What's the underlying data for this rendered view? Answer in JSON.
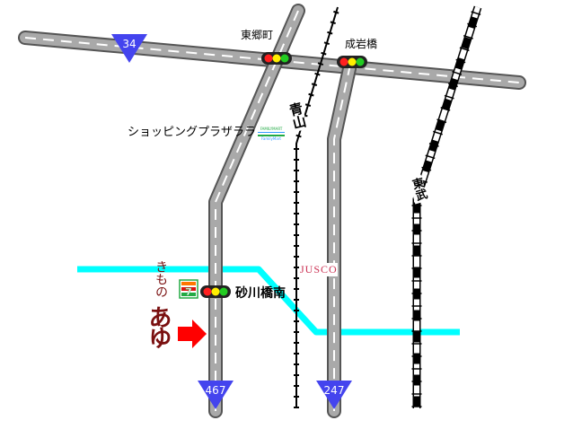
{
  "routes": {
    "r34": "34",
    "r467": "467",
    "r247": "247"
  },
  "labels": {
    "higashigocho": "東郷町",
    "naruiwabashi": "成岩橋",
    "shopping_plaza": "ショッピングプラザララ",
    "familymart_text_top": "FAMILYMART",
    "familymart_text_bottom": "FamilyMart",
    "jusco": "JUSCO",
    "sunagawa_bashi_minami": "砂川橋南",
    "aoyama_line": "青山",
    "tokyu_line": "東武",
    "shop_name_small": "きもの",
    "shop_name_large": "あゆ"
  },
  "colors": {
    "road_gray": "#a9a9a9",
    "road_edge": "#555555",
    "river_cyan": "#00ffff",
    "route_blue": "#4444ee",
    "arrow_red": "#ff0000",
    "jusco_red": "#cc3355",
    "shop_brown": "#7a1010",
    "signal_body": "#222222",
    "signal_red": "#ff2020",
    "signal_yellow": "#ffee00",
    "signal_green": "#22cc22"
  },
  "icons": [
    "traffic-signal-icon",
    "seven-eleven-icon",
    "familymart-icon",
    "red-arrow-icon",
    "route-shield-icon"
  ]
}
